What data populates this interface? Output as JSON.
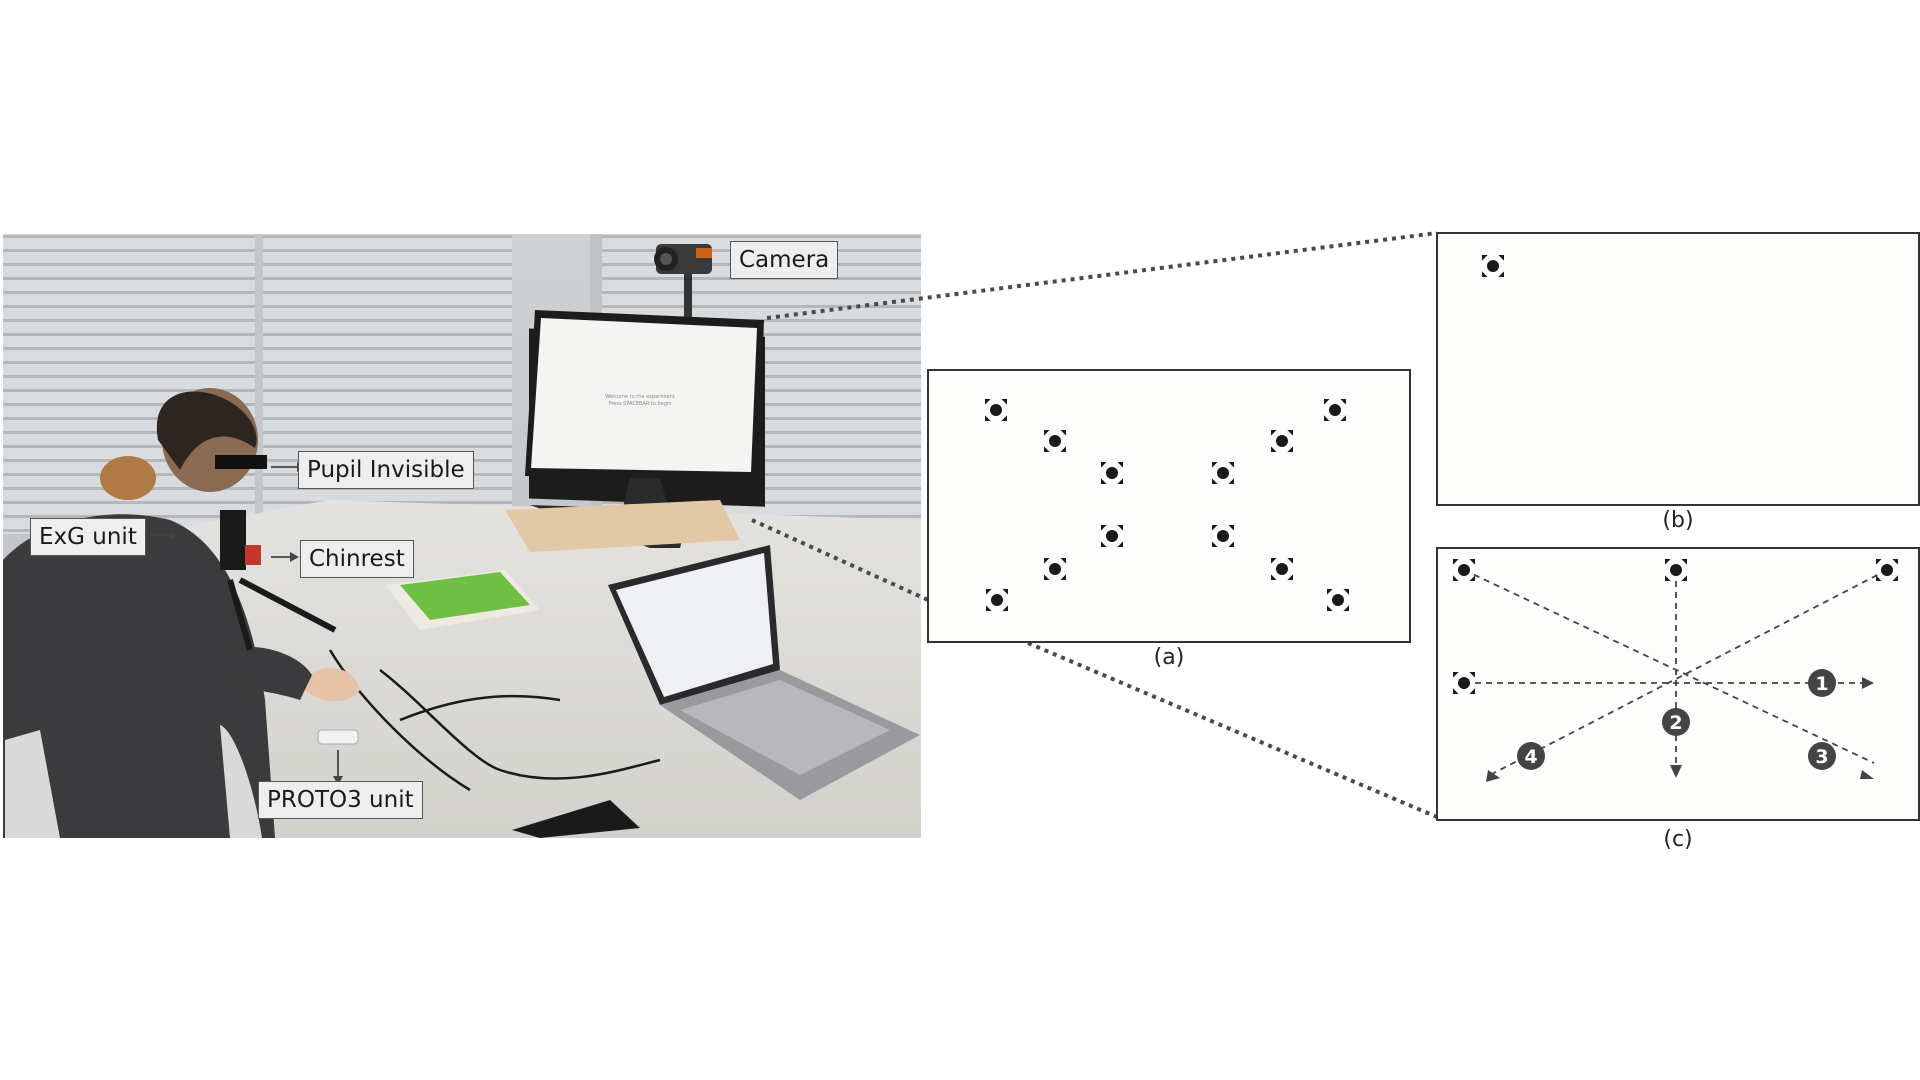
{
  "photo": {
    "labels": {
      "camera": "Camera",
      "pupil_invisible": "Pupil Invisible",
      "exg_unit": "ExG unit",
      "chinrest": "Chinrest",
      "proto3_unit": "PROTO3 unit"
    },
    "monitor_text": [
      "Welcome to the experiment",
      "Press SPACEBAR to begin"
    ]
  },
  "panels": {
    "a": {
      "caption": "(a)",
      "target_count": 12
    },
    "b": {
      "caption": "(b)",
      "target_count": 1
    },
    "c": {
      "caption": "(c)",
      "target_count": 4,
      "direction_numbers": [
        "1",
        "2",
        "3",
        "4"
      ]
    }
  },
  "colors": {
    "box_border": "#333333",
    "label_bg": "#eeeeee",
    "target": "#1a1a1a",
    "number_badge": "#444444",
    "dotted_connector": "#4a4a4a",
    "screen_bg": "#fdfdfb"
  }
}
